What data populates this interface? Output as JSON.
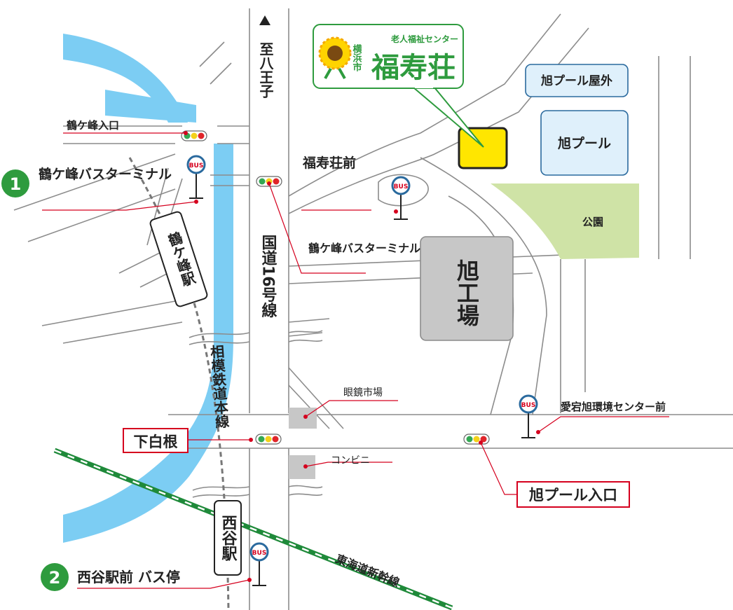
{
  "map": {
    "colors": {
      "river": "#7ccdf3",
      "road_edge": "#8c8c8c",
      "park": "#cfe3a6",
      "factory": "#c7c7c7",
      "pool": "#dff0fb",
      "pool_border": "#2a6a9e",
      "target": "#ffe600",
      "shinkansen": "#1f8a3a",
      "leader": "#d5001e",
      "logo_green": "#2e9b3e"
    },
    "north_arrow_icon": "triangle-up-icon",
    "to_hachioji": "至八王子",
    "route16": "国道16号線",
    "sotetsu_line": "相模鉄道本線",
    "shinkansen": "東海道新幹線",
    "stations": {
      "tsurugamine": "鶴ケ峰駅",
      "nishiya": "西谷駅"
    },
    "logo": {
      "tagline": "老人福祉センター",
      "city": "横浜市",
      "name": "福寿荘"
    },
    "facilities": {
      "pool_outdoor": "旭プール屋外",
      "pool": "旭プール",
      "park": "公園",
      "factory": "旭工場",
      "megane": "眼鏡市場",
      "konbini": "コンビニ"
    },
    "labels": {
      "tsurugamine_iriguchi": "鶴ケ峰入口",
      "fukujuso_mae": "福寿荘前",
      "tsurugamine_bus_terminal": "鶴ケ峰バスターミナル",
      "shimoshirane": "下白根",
      "asahi_pool_iriguchi": "旭プール入口",
      "aitaku_center_mae": "愛宕旭環境センター前"
    },
    "routes": [
      {
        "num": "1",
        "label": "鶴ケ峰バスターミナル"
      },
      {
        "num": "2",
        "label": "西谷駅前 バス停"
      }
    ],
    "bus_stop_text": "BUS"
  }
}
